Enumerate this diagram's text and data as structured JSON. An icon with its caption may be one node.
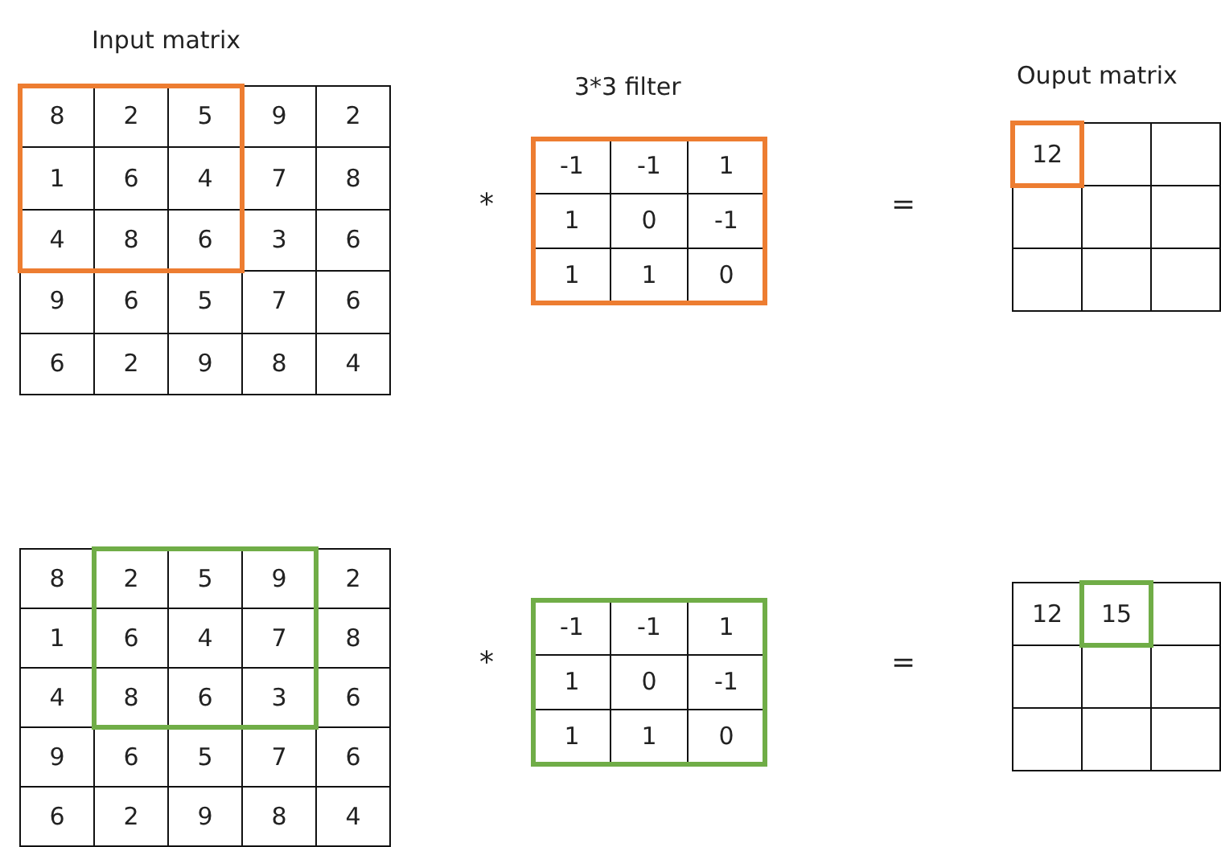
{
  "diagram": {
    "labels": [
      "Input matrix",
      "8",
      "2",
      "5",
      "9",
      "2",
      "1",
      "6",
      "4",
      "7",
      "8",
      "4",
      "8",
      "6",
      "3",
      "6",
      "9",
      "6",
      "5",
      "7",
      "6",
      "6",
      "2",
      "9",
      "8",
      "4",
      "3*3 filter",
      "*",
      "-1",
      "-1",
      "1",
      "1",
      "0",
      "-1",
      "1",
      "1",
      "0",
      "=",
      "Ouput matrix",
      "12",
      "8",
      "2",
      "5",
      "9",
      "2",
      "1",
      "6",
      "4",
      "7",
      "8",
      "4",
      "8",
      "6",
      "3",
      "6",
      "9",
      "6",
      "5",
      "7",
      "6",
      "6",
      "2",
      "9",
      "8",
      "4",
      "*",
      "-1",
      "-1",
      "1",
      "1",
      "0",
      "-1",
      "1",
      "1",
      "0",
      "=",
      "12",
      "15"
    ]
  }
}
